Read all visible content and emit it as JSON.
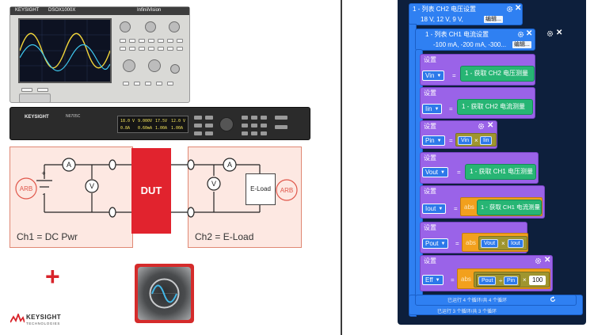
{
  "left": {
    "scope": {
      "brand": "KEYSIGHT",
      "model": "DSOX1000X",
      "mode": "InfiniiVision"
    },
    "psu": {
      "brand": "KEYSIGHT",
      "model": "N6705C",
      "display": [
        "18.0 V",
        "9.000V",
        "17.5V",
        "12.0 V",
        "0.8A",
        "0.60mA",
        "1.00A",
        "1.00A"
      ]
    },
    "circuit": {
      "ammeter": "A",
      "voltmeter": "V",
      "dut": "DUT",
      "arb": "ARB",
      "eload": "E-Load",
      "ch1_label": "Ch1 = DC Pwr",
      "ch2_label": "Ch2 = E-Load",
      "plus_sign": "+",
      "minus_sign": "-"
    },
    "operator": "+",
    "logo": {
      "name": "KEYSIGHT",
      "sub": "TECHNOLOGIES"
    }
  },
  "editor": {
    "list1": {
      "title": "1 - 列表 CH2 电压设置",
      "values": "18 V, 12 V, 9 V,",
      "edit_label": "编辑..."
    },
    "list2": {
      "title": "1 - 列表 CH1 电流设置",
      "values": "-100 mA, -200 mA, -300...",
      "edit_label": "编辑..."
    },
    "set_label": "设置",
    "eq": "=",
    "sets": [
      {
        "var": "Vin",
        "value": "1 - 获取 CH2 电压测量"
      },
      {
        "var": "Iin",
        "value": "1 - 获取 CH2 电流测量"
      },
      {
        "var": "Pin",
        "a": "Vin",
        "op": "×",
        "b": "Iin"
      },
      {
        "var": "Vout",
        "value": "1 - 获取 CH1 电压测量"
      },
      {
        "var": "Iout",
        "abs": "abs",
        "value": "1 - 获取 CH1 电流测量"
      },
      {
        "var": "Pout",
        "abs": "abs",
        "a": "Vout",
        "op": "×",
        "b": "Iout"
      },
      {
        "var": "Eff",
        "abs": "abs",
        "a": "Pout",
        "op": "÷",
        "b": "Pin",
        "op2": "×",
        "c": "100"
      }
    ],
    "status_inner": "已运行 4 个循环/共 4 个循环",
    "status_outer": "已运行 3 个循环/共 3 个循环",
    "colors": {
      "blue": "#2f80f2",
      "purple": "#9a63e8",
      "green": "#27b574",
      "olive": "#9f952f",
      "orange": "#f2a01d",
      "workspace": "#0d1f3c"
    }
  }
}
